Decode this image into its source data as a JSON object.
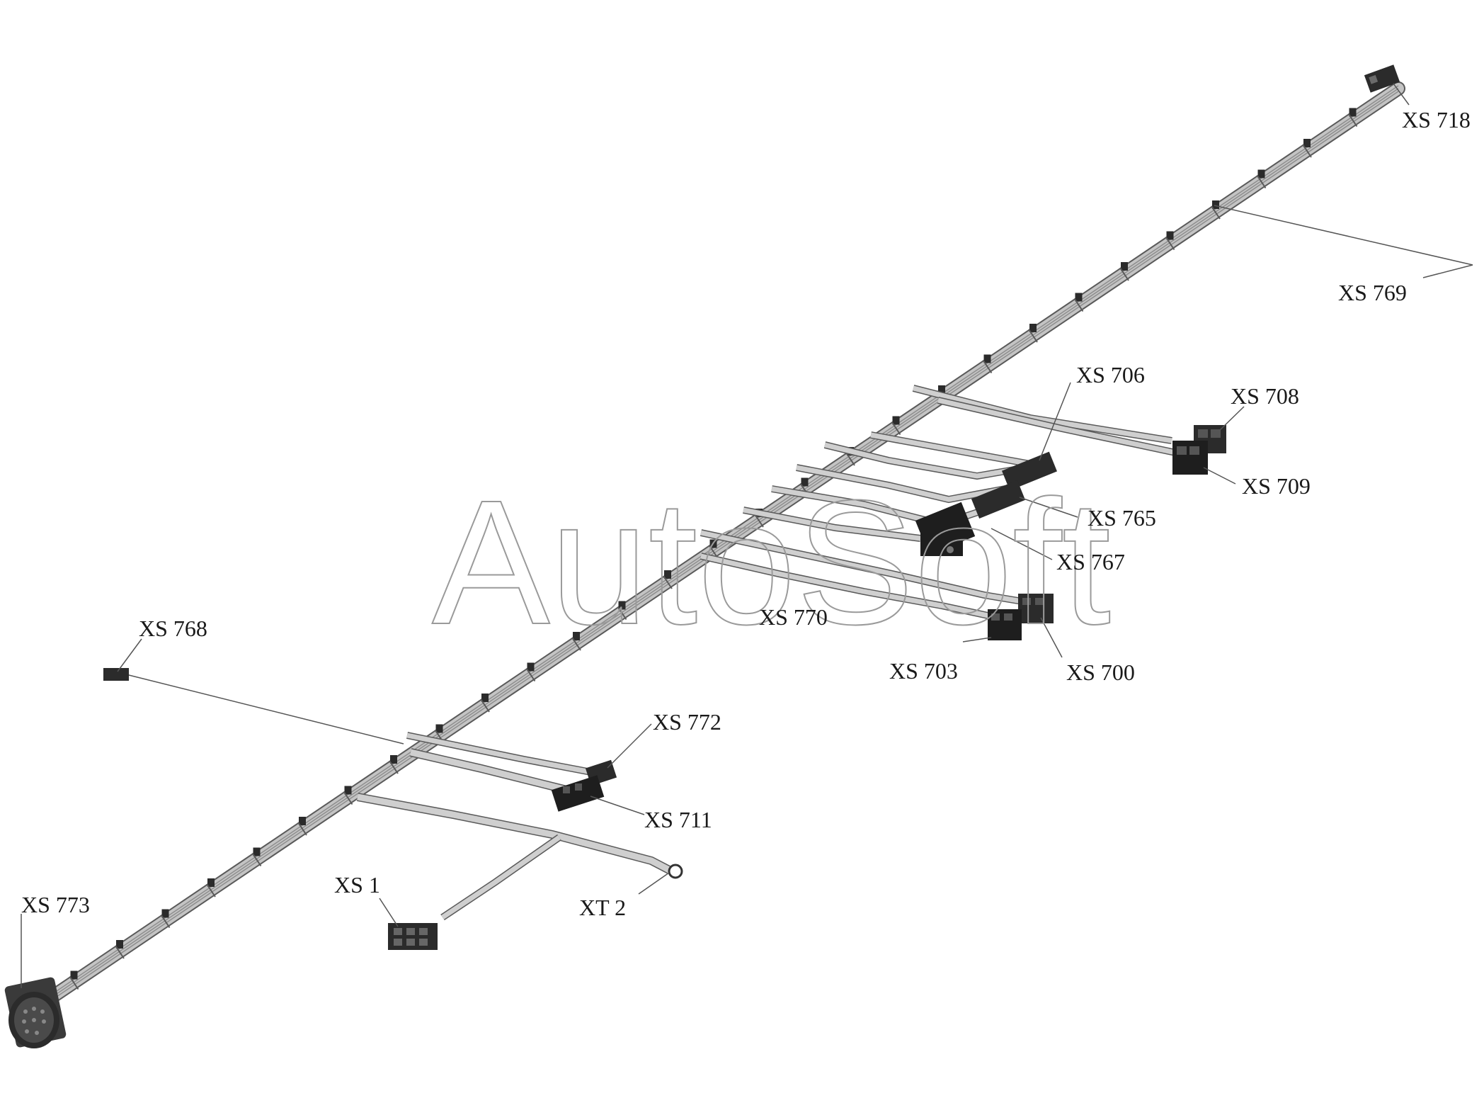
{
  "watermark": "AutoSoft",
  "colors": {
    "bundle": "#8e8e8e",
    "bundle_dark": "#5a5a5a",
    "clip": "#2b2b2b",
    "connector": "#3a3a3a",
    "connector_dark": "#1e1e1e",
    "leader": "#555555",
    "label": "#1a1a1a"
  },
  "labels": {
    "xs718": "XS 718",
    "xs769": "XS 769",
    "xs706": "XS 706",
    "xs708": "XS 708",
    "xs709": "XS 709",
    "xs765": "XS 765",
    "xs767": "XS 767",
    "xs770": "XS 770",
    "xs703": "XS 703",
    "xs700": "XS 700",
    "xs768": "XS 768",
    "xs772": "XS 772",
    "xs711": "XS 711",
    "xs1": "XS 1",
    "xt2": "XT 2",
    "xs773": "XS 773"
  }
}
